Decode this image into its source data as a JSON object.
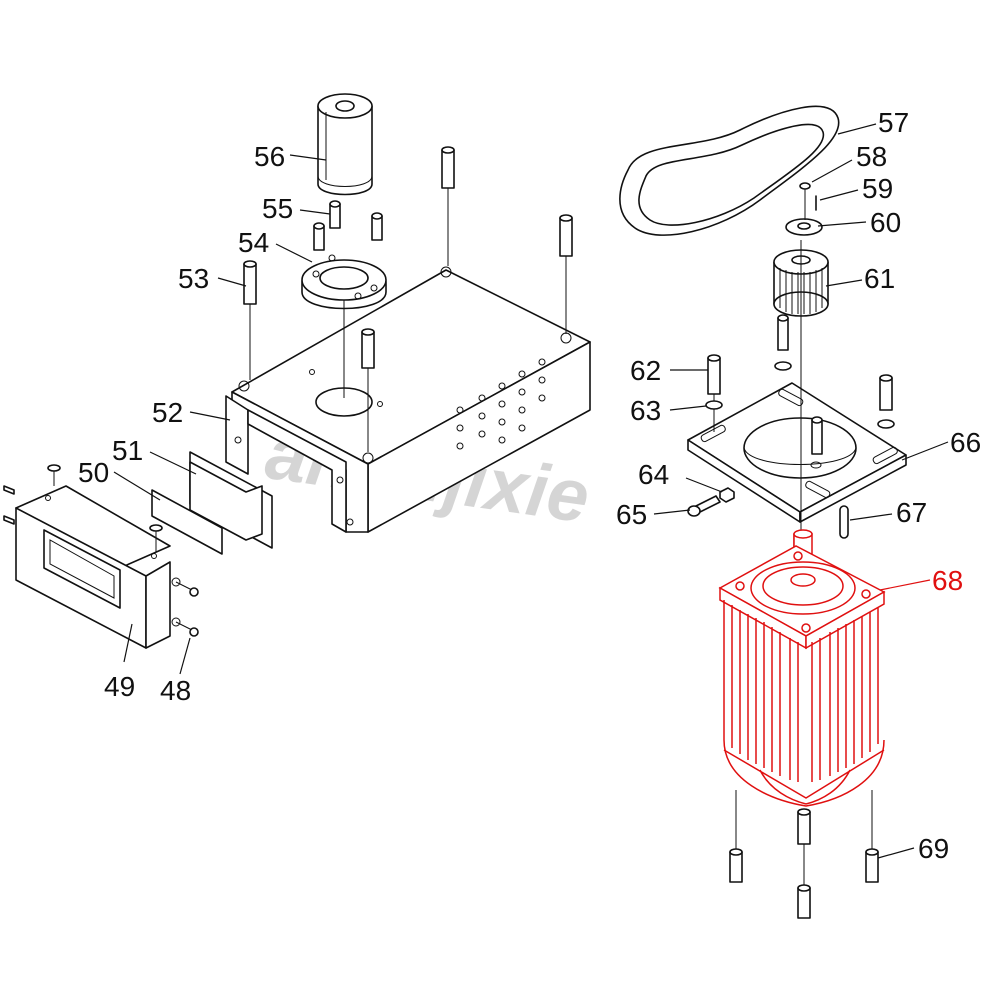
{
  "watermark": "anruijixie",
  "highlight_color": "#e01010",
  "callouts": {
    "c48": "48",
    "c49": "49",
    "c50": "50",
    "c51": "51",
    "c52": "52",
    "c53": "53",
    "c54": "54",
    "c55": "55",
    "c56": "56",
    "c57": "57",
    "c58": "58",
    "c59": "59",
    "c60": "60",
    "c61": "61",
    "c62": "62",
    "c63": "63",
    "c64": "64",
    "c65": "65",
    "c66": "66",
    "c67": "67",
    "c68": "68",
    "c69": "69"
  },
  "highlighted_part": "68"
}
